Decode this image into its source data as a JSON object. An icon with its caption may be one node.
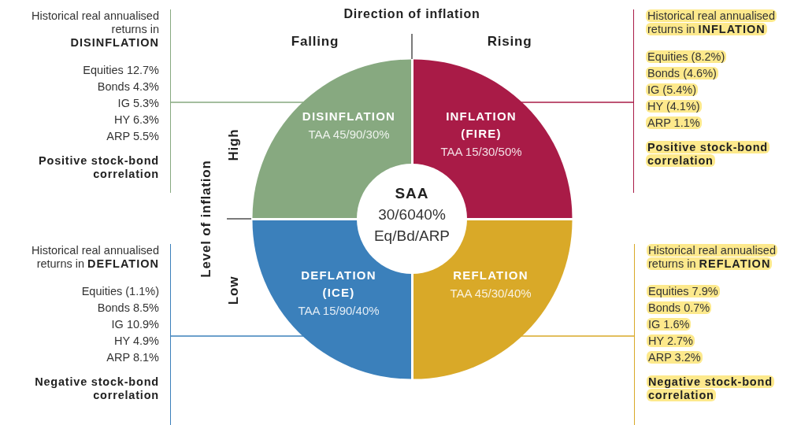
{
  "diagram": {
    "nodes": [
      {
        "text": [
          "DISINFLATION",
          "TAA 45/90/30%"
        ]
      },
      {
        "text": [
          "INFLATION (FIRE)",
          "TAA 15/30/50%"
        ]
      },
      {
        "text": [
          "DEFLATION (ICE)",
          "TAA 15/90/40%"
        ]
      },
      {
        "text": [
          "REFLATION",
          "TAA 45/30/40%"
        ]
      },
      {
        "text": [
          "SAA",
          "30/6040%",
          "Eq/Bd/ARP"
        ]
      },
      {
        "text": [
          "Historical real annualised returns in **DISINFLATION**",
          "Equities 12.7%",
          "Bonds 4.3%",
          "IG 5.3%",
          "HY 6.3%",
          "ARP 5.5%",
          "Positive stock-bond correlation"
        ]
      },
      {
        "text": [
          "Historical real annualised returns in **INFLATION**",
          "Equities (8.2%)",
          "Bonds (4.6%)",
          "IG (5.4%)",
          "HY (4.1%)",
          "ARP 1.1%",
          "Positive stock-bond correlation"
        ]
      },
      {
        "text": [
          "Historical real annualised returns in **DEFLATION**",
          "Equities (1.1%)",
          "Bonds 8.5%",
          "IG 10.9%",
          "HY 4.9%",
          "ARP 8.1%",
          "Negative stock-bond correlation"
        ]
      },
      {
        "text": [
          "Historical real annualised returns in **REFLATION**",
          "Equities 7.9%",
          "Bonds 0.7%",
          "IG 1.6%",
          "HY 2.7%",
          "ARP 3.2%",
          "Negative stock-bond correlation"
        ]
      }
    ],
    "edges": [
      {
        "from": 5,
        "to": 0,
        "arrow": "none",
        "color": "#86a97f"
      },
      {
        "from": 6,
        "to": 1,
        "arrow": "none",
        "color": "#a91b47"
      },
      {
        "from": 7,
        "to": 2,
        "arrow": "none",
        "color": "#3b80bb"
      },
      {
        "from": 8,
        "to": 3,
        "arrow": "none",
        "color": "#d9a928"
      }
    ],
    "labels": [
      "Direction of inflation",
      "Falling",
      "Rising",
      "Level of inflation",
      "High",
      "Low"
    ]
  }
}
